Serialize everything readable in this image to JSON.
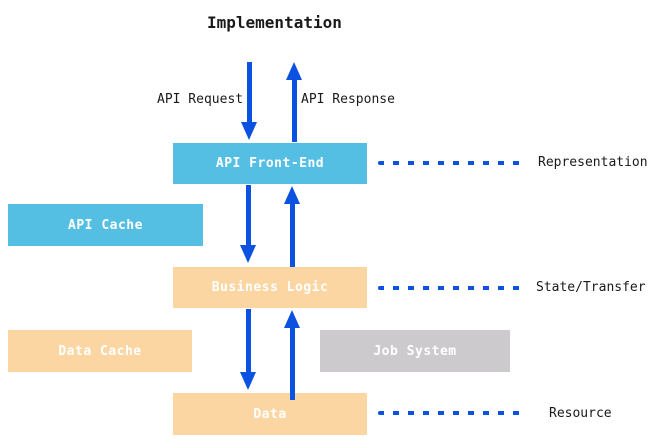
{
  "diagram": {
    "title": "Implementation",
    "flow_labels": {
      "request": "API Request",
      "response": "API Response"
    },
    "boxes": {
      "api_front_end": {
        "label": "API Front-End"
      },
      "api_cache": {
        "label": "API Cache"
      },
      "business_logic": {
        "label": "Business Logic"
      },
      "data_cache": {
        "label": "Data Cache"
      },
      "job_system": {
        "label": "Job System"
      },
      "data": {
        "label": "Data"
      }
    },
    "layer_labels": {
      "representation": "Representation",
      "state_transfer": "State/Transfer",
      "resource": "Resource"
    },
    "colors": {
      "arrow_blue": "#0B52E0",
      "cyan": "#55BFE3",
      "orange": "#FCD6A2",
      "gray": "#CDCACE",
      "ink": "#1a1a1a"
    }
  }
}
